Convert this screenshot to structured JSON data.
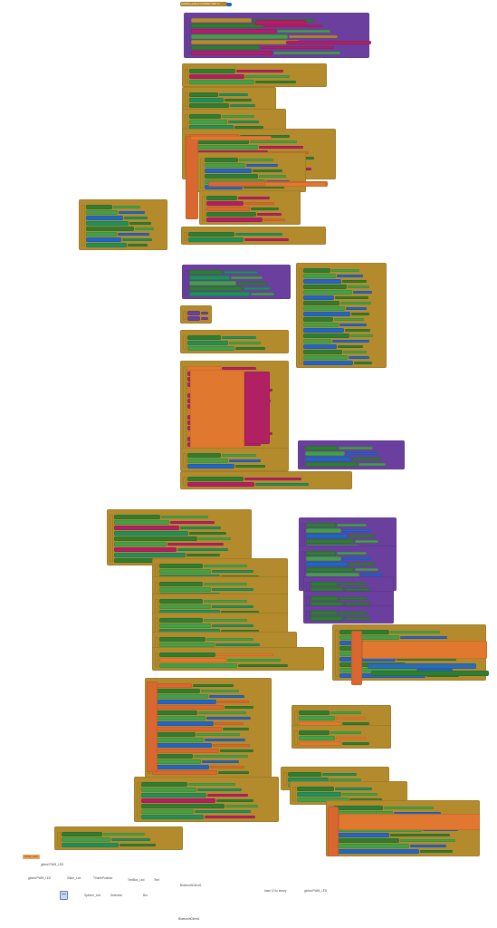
{
  "header_block": "initialize global CONNECTED to",
  "workspace_labels": {
    "tag_pwm": "PWM_LED",
    "row1": "global PWM_LED",
    "row2a": "global PWM_LED",
    "row2b": "Slider_Led",
    "row2c": "ThumbPosition",
    "row2d": "TextBox_Led",
    "row2e": "Text",
    "row3": "BluetoothClient1",
    "row4a": "Spinner_Led",
    "row4b": "Selection",
    "row4c": "Bru",
    "row5a": "base 10 to binary",
    "row5b": "global PWM_LED",
    "row6": "BluetoothClient1"
  },
  "colors": {
    "event": "#b38a2c",
    "set": "#2e7d32",
    "get": "#43a047",
    "call": "#6a3f9e",
    "text": "#b02063",
    "logic": "#2166c4",
    "math": "#2b6cb5",
    "control": "#d9672f",
    "local": "#e0782f",
    "list": "#c46b3a",
    "component": "#1f8f5c"
  }
}
